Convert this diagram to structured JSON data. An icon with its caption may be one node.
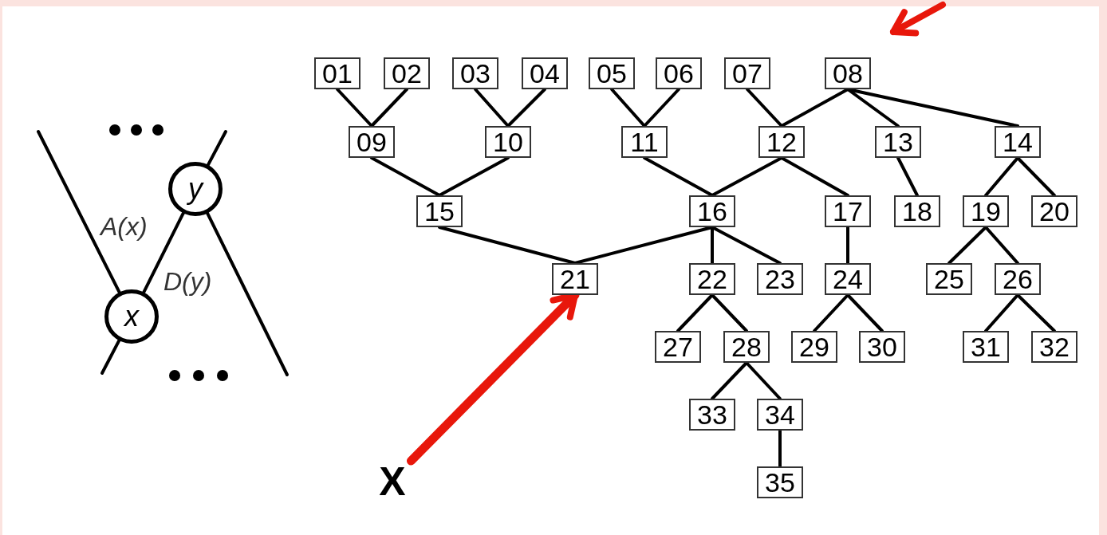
{
  "diagram": {
    "nodes": [
      {
        "text": [
          "01"
        ]
      },
      {
        "text": [
          "02"
        ]
      },
      {
        "text": [
          "03"
        ]
      },
      {
        "text": [
          "04"
        ]
      },
      {
        "text": [
          "05"
        ]
      },
      {
        "text": [
          "06"
        ]
      },
      {
        "text": [
          "07"
        ]
      },
      {
        "text": [
          "08"
        ]
      },
      {
        "text": [
          "09"
        ]
      },
      {
        "text": [
          "10"
        ]
      },
      {
        "text": [
          "11"
        ]
      },
      {
        "text": [
          "12"
        ]
      },
      {
        "text": [
          "13"
        ]
      },
      {
        "text": [
          "14"
        ]
      },
      {
        "text": [
          "15"
        ]
      },
      {
        "text": [
          "16"
        ]
      },
      {
        "text": [
          "17"
        ]
      },
      {
        "text": [
          "18"
        ]
      },
      {
        "text": [
          "19"
        ]
      },
      {
        "text": [
          "20"
        ]
      },
      {
        "text": [
          "21"
        ]
      },
      {
        "text": [
          "22"
        ]
      },
      {
        "text": [
          "23"
        ]
      },
      {
        "text": [
          "24"
        ]
      },
      {
        "text": [
          "25"
        ]
      },
      {
        "text": [
          "26"
        ]
      },
      {
        "text": [
          "27"
        ]
      },
      {
        "text": [
          "28"
        ]
      },
      {
        "text": [
          "29"
        ]
      },
      {
        "text": [
          "30"
        ]
      },
      {
        "text": [
          "31"
        ]
      },
      {
        "text": [
          "32"
        ]
      },
      {
        "text": [
          "33"
        ]
      },
      {
        "text": [
          "34"
        ]
      },
      {
        "text": [
          "35"
        ]
      },
      {
        "text": [
          "y"
        ]
      },
      {
        "text": [
          "x"
        ]
      },
      {
        "text": [
          "X"
        ]
      }
    ],
    "edges": [
      {
        "from": 0,
        "to": 8,
        "arrow": "none"
      },
      {
        "from": 1,
        "to": 8,
        "arrow": "none"
      },
      {
        "from": 2,
        "to": 9,
        "arrow": "none"
      },
      {
        "from": 3,
        "to": 9,
        "arrow": "none"
      },
      {
        "from": 4,
        "to": 10,
        "arrow": "none"
      },
      {
        "from": 5,
        "to": 10,
        "arrow": "none"
      },
      {
        "from": 6,
        "to": 11,
        "arrow": "none"
      },
      {
        "from": 7,
        "to": 11,
        "arrow": "none"
      },
      {
        "from": 7,
        "to": 12,
        "arrow": "none"
      },
      {
        "from": 7,
        "to": 13,
        "arrow": "none"
      },
      {
        "from": 8,
        "to": 14,
        "arrow": "none"
      },
      {
        "from": 9,
        "to": 14,
        "arrow": "none"
      },
      {
        "from": 10,
        "to": 15,
        "arrow": "none"
      },
      {
        "from": 11,
        "to": 15,
        "arrow": "none"
      },
      {
        "from": 11,
        "to": 16,
        "arrow": "none"
      },
      {
        "from": 12,
        "to": 17,
        "arrow": "none"
      },
      {
        "from": 13,
        "to": 18,
        "arrow": "none"
      },
      {
        "from": 13,
        "to": 19,
        "arrow": "none"
      },
      {
        "from": 14,
        "to": 20,
        "arrow": "none"
      },
      {
        "from": 15,
        "to": 20,
        "arrow": "none"
      },
      {
        "from": 15,
        "to": 21,
        "arrow": "none"
      },
      {
        "from": 15,
        "to": 22,
        "arrow": "none"
      },
      {
        "from": 16,
        "to": 23,
        "arrow": "none"
      },
      {
        "from": 18,
        "to": 24,
        "arrow": "none"
      },
      {
        "from": 18,
        "to": 25,
        "arrow": "none"
      },
      {
        "from": 21,
        "to": 26,
        "arrow": "none"
      },
      {
        "from": 21,
        "to": 27,
        "arrow": "none"
      },
      {
        "from": 23,
        "to": 28,
        "arrow": "none"
      },
      {
        "from": 23,
        "to": 29,
        "arrow": "none"
      },
      {
        "from": 25,
        "to": 30,
        "arrow": "none"
      },
      {
        "from": 25,
        "to": 31,
        "arrow": "none"
      },
      {
        "from": 27,
        "to": 32,
        "arrow": "none"
      },
      {
        "from": 27,
        "to": 33,
        "arrow": "none"
      },
      {
        "from": 33,
        "to": 34,
        "arrow": "none"
      },
      {
        "from": 36,
        "to": 35,
        "arrow": "none"
      },
      {
        "from": null,
        "to": 36,
        "arrow": "none"
      },
      {
        "from": 35,
        "to": null,
        "arrow": "none"
      },
      {
        "from": 35,
        "to": null,
        "arrow": "none"
      },
      {
        "from": 36,
        "to": null,
        "arrow": "none"
      },
      {
        "from": 37,
        "to": 20,
        "arrow": "to",
        "style": "thick",
        "color": "#e8170b"
      }
    ],
    "labels": [
      "A(x)",
      "D(y)"
    ]
  }
}
